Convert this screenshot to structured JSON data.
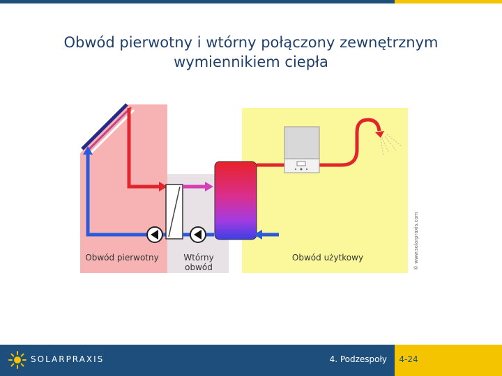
{
  "title": {
    "line1": "Obwód pierwotny i wtórny połączony zewnętrznym",
    "line2": "wymiennikiem ciepła"
  },
  "diagram": {
    "labels": {
      "primary": "Obwód pierwotny",
      "secondary_line1": "Wtórny",
      "secondary_line2": "obwód",
      "utility": "Obwód użytkowy"
    },
    "credit": "© www.solarpraxis.com",
    "colors": {
      "primary_zone": "#f7b3b3",
      "secondary_zone": "#e8e1e6",
      "utility_zone": "#fbf89b",
      "hot_pipe": "#e0262b",
      "cold_pipe": "#2b5bd8",
      "return_pipe": "#d43fb4"
    }
  },
  "footer": {
    "brand": "SOLARPRAXIS",
    "section": "4. Podzespoły",
    "page": "4-24",
    "background": "#1e4f7c",
    "accent": "#f5c400"
  }
}
